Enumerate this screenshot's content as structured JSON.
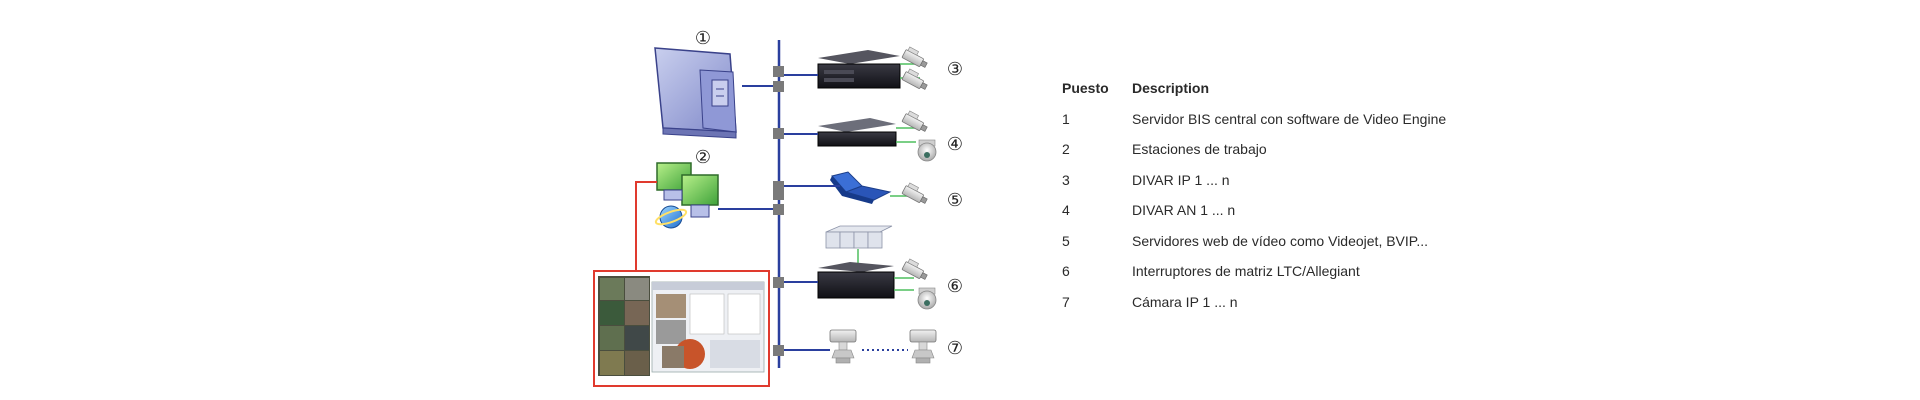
{
  "diagram": {
    "callouts": [
      "①",
      "②",
      "③",
      "④",
      "⑤",
      "⑥",
      "⑦"
    ]
  },
  "legend": {
    "header": {
      "number": "Puesto",
      "description": "Description"
    },
    "rows": [
      {
        "number": "1",
        "description": "Servidor BIS central con software de Video Engine"
      },
      {
        "number": "2",
        "description": "Estaciones de trabajo"
      },
      {
        "number": "3",
        "description": "DIVAR IP 1 ... n"
      },
      {
        "number": "4",
        "description": "DIVAR AN 1 ... n"
      },
      {
        "number": "5",
        "description": "Servidores web de vídeo como Videojet, BVIP..."
      },
      {
        "number": "6",
        "description": "Interruptores de matriz LTC/Allegiant"
      },
      {
        "number": "7",
        "description": "Cámara IP 1 ... n"
      }
    ]
  },
  "colors": {
    "network_line": "#2a3f9e",
    "camera_link": "#4fbf5f",
    "monitor_link": "#e03a2e",
    "connector": "#7a7a7a"
  }
}
